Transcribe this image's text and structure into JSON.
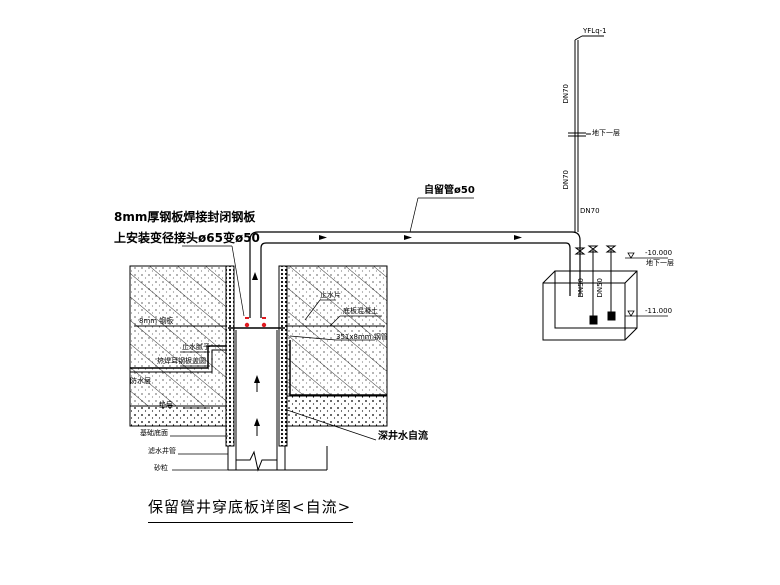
{
  "title": "保留管井穿底板详图<自流>",
  "labels": {
    "riser_tag": "YFLq-1",
    "dn70_upper": "DN70",
    "dn70_lower": "DN70",
    "dn70_horiz": "DN70",
    "basement_floor": "地下一层",
    "pipe_main": "自留管ø50",
    "plate_line1": "8mm厚钢板焊接封闭钢板",
    "plate_line2": "上安装变径接头ø65变ø50",
    "steel_8mm": "8mm 钢板",
    "water_stop_putty": "止水腻子",
    "hot_weld_plate": "热焊耳钢板盖圆",
    "waterproof_layer": "防水层",
    "cushion_layer": "垫层",
    "foundation_bottom": "基础底面",
    "well_pipe": "滤水井管",
    "gravel": "砂粒",
    "water_stop_ring": "止水片",
    "bottom_slab_concrete": "底板混凝土",
    "steel_351": "351x8mm 钢管",
    "deep_well": "深井水自流",
    "elev_upper": "-10.000",
    "elev_upper_note": "地下一层",
    "elev_lower": "-11.000",
    "dn50_a": "DN50",
    "dn50_b": "DN50"
  },
  "colors": {
    "line": "#000000",
    "accent_red": "#e0191f",
    "hatch": "#000000"
  }
}
